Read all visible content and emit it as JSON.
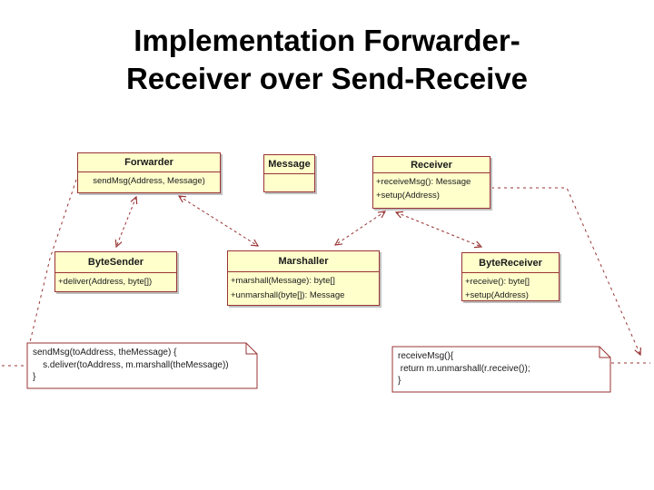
{
  "slide": {
    "title_line1": "Implementation Forwarder-",
    "title_line2": "Receiver over Send-Receive"
  },
  "colors": {
    "class_fill": "#ffffcc",
    "class_border": "#993333",
    "connector": "#993333",
    "note_fill": "#ffffff",
    "title_color": "#000000",
    "background": "#ffffff"
  },
  "classes": [
    {
      "id": "forwarder",
      "name": "Forwarder",
      "members": [
        "sendMsg(Address, Message)"
      ]
    },
    {
      "id": "message",
      "name": "Message",
      "members": []
    },
    {
      "id": "receiver",
      "name": "Receiver",
      "members": [
        "+receiveMsg(): Message",
        "+setup(Address)"
      ]
    },
    {
      "id": "bytesender",
      "name": "ByteSender",
      "members": [
        "+deliver(Address, byte[])"
      ]
    },
    {
      "id": "marshaller",
      "name": "Marshaller",
      "members": [
        "+marshall(Message): byte[]",
        "+unmarshall(byte[]): Message"
      ]
    },
    {
      "id": "bytereceiver",
      "name": "ByteReceiver",
      "members": [
        "+receive(): byte[]",
        "+setup(Address)"
      ]
    }
  ],
  "notes": [
    {
      "id": "send-note",
      "lines": [
        "sendMsg(toAddress, theMessage) {",
        "    s.deliver(toAddress, m.marshall(theMessage))",
        "}"
      ]
    },
    {
      "id": "receive-note",
      "lines": [
        "receiveMsg(){",
        " return m.unmarshall(r.receive());",
        "}"
      ]
    }
  ],
  "edges": [
    {
      "from": "Forwarder",
      "to": "ByteSender",
      "type": "dependency"
    },
    {
      "from": "Forwarder",
      "to": "Marshaller",
      "type": "dependency"
    },
    {
      "from": "Receiver",
      "to": "Marshaller",
      "type": "dependency"
    },
    {
      "from": "Receiver",
      "to": "ByteReceiver",
      "type": "dependency"
    },
    {
      "from": "send-note",
      "to": "Forwarder.sendMsg",
      "type": "note-attachment"
    },
    {
      "from": "receive-note",
      "to": "Receiver.receiveMsg",
      "type": "note-attachment"
    }
  ]
}
